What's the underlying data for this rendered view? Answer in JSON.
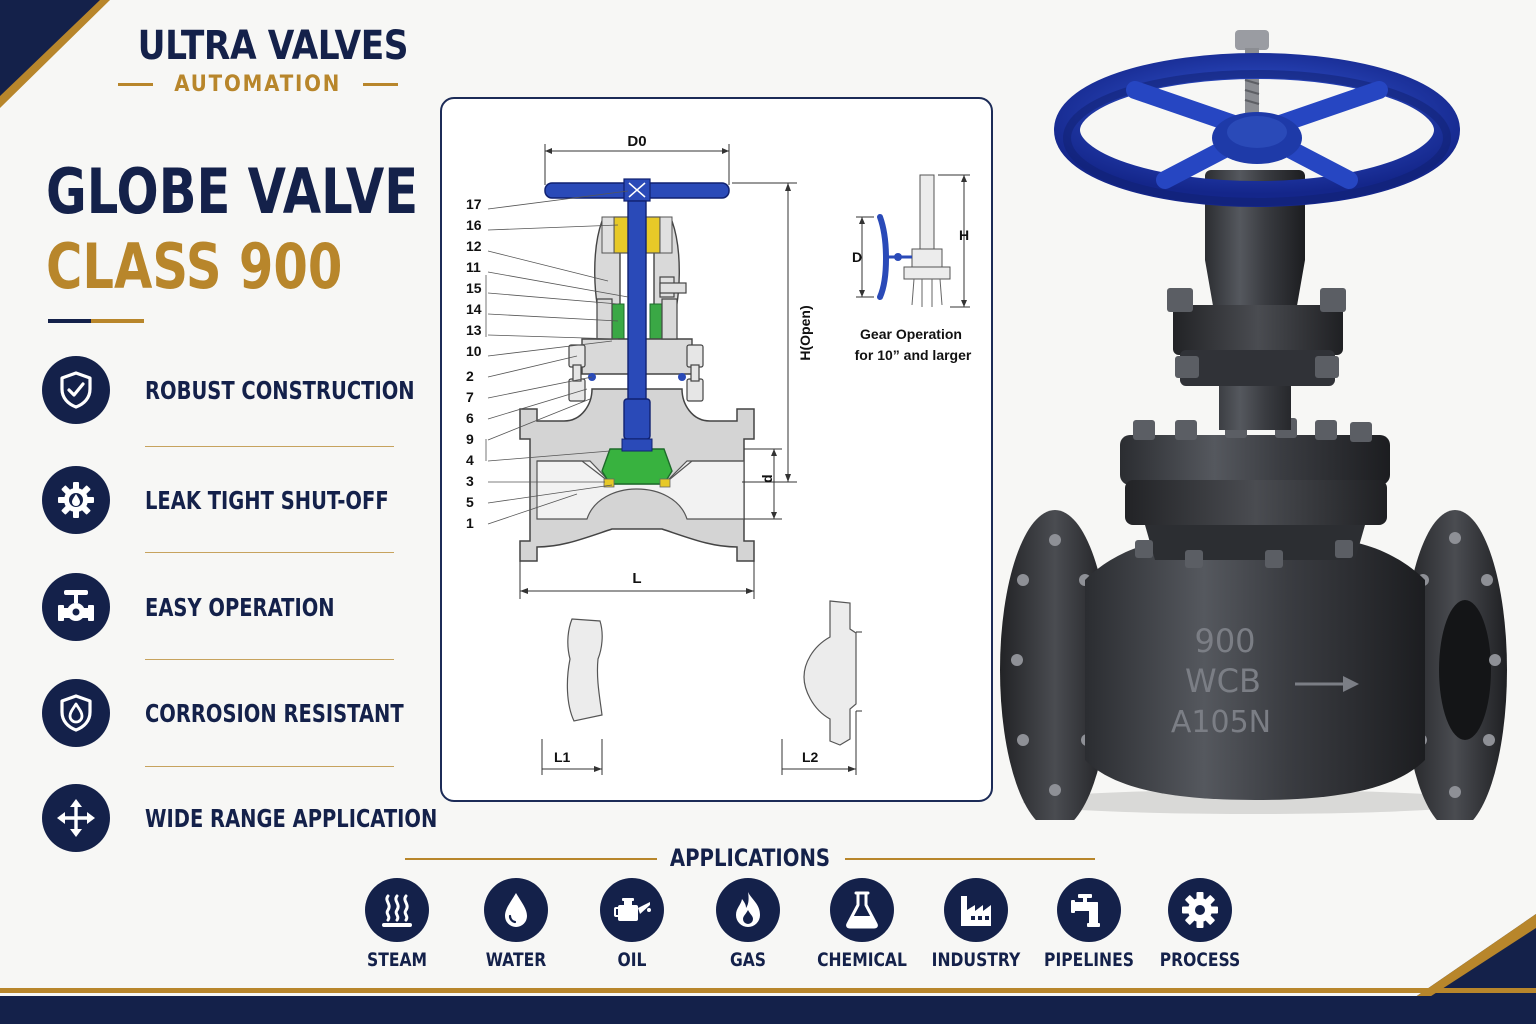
{
  "brand": {
    "name": "ULTRA VALVES",
    "subtitle": "AUTOMATION"
  },
  "title": {
    "line1": "GLOBE VALVE",
    "line2": "CLASS 900"
  },
  "features": [
    {
      "label": "ROBUST CONSTRUCTION",
      "icon": "shield-check-icon"
    },
    {
      "label": "LEAK TIGHT SHUT-OFF",
      "icon": "gear-drop-icon"
    },
    {
      "label": "EASY OPERATION",
      "icon": "valve-handle-icon"
    },
    {
      "label": "CORROSION RESISTANT",
      "icon": "shield-drop-icon"
    },
    {
      "label": "WIDE RANGE APPLICATION",
      "icon": "arrows-cross-icon"
    }
  ],
  "diagram": {
    "dim_top": "D0",
    "dim_height": "H(Open)",
    "dim_d": "d",
    "dim_length": "L",
    "dim_l1": "L1",
    "dim_l2": "L2",
    "part_numbers": [
      "17",
      "16",
      "12",
      "11",
      "15",
      "14",
      "13",
      "10",
      "2",
      "7",
      "6",
      "9",
      "4",
      "3",
      "5",
      "1"
    ],
    "gear": {
      "label_d": "D",
      "label_h": "H",
      "caption_line1": "Gear Operation",
      "caption_line2": "for 10” and larger"
    }
  },
  "valve_markings": {
    "line1": "900",
    "line2": "WCB",
    "line3": "A105N"
  },
  "applications": {
    "title": "APPLICATIONS",
    "items": [
      {
        "label": "STEAM",
        "icon": "steam-icon"
      },
      {
        "label": "WATER",
        "icon": "water-drop-icon"
      },
      {
        "label": "OIL",
        "icon": "oil-can-icon"
      },
      {
        "label": "GAS",
        "icon": "flame-icon"
      },
      {
        "label": "CHEMICAL",
        "icon": "flask-icon"
      },
      {
        "label": "INDUSTRY",
        "icon": "factory-icon"
      },
      {
        "label": "PIPELINES",
        "icon": "pipe-icon"
      },
      {
        "label": "PROCESS",
        "icon": "gear-icon"
      }
    ]
  },
  "colors": {
    "navy": "#14214a",
    "gold": "#b8862b",
    "valve_blue": "#1f3fae",
    "seat_green": "#2aa836"
  }
}
